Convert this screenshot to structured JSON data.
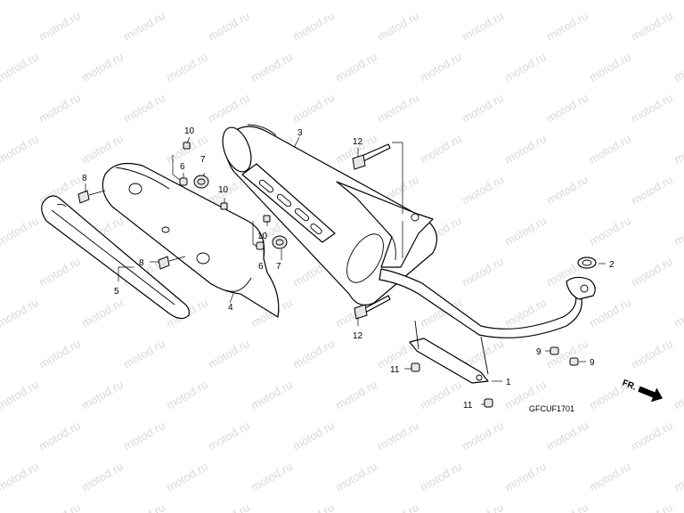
{
  "watermark": {
    "text": "motod.ru"
  },
  "diagram_code": "GFCUF1701",
  "front_marker": {
    "label": "FR."
  },
  "callouts": {
    "c1": "1",
    "c2": "2",
    "c3": "3",
    "c4": "4",
    "c5": "5",
    "c6a": "6",
    "c6b": "6",
    "c7a": "7",
    "c7b": "7",
    "c8a": "8",
    "c8b": "8",
    "c9a": "9",
    "c9b": "9",
    "c10a": "10",
    "c10b": "10",
    "c10c": "10",
    "c11a": "11",
    "c11b": "11",
    "c12a": "12",
    "c12b": "12"
  }
}
